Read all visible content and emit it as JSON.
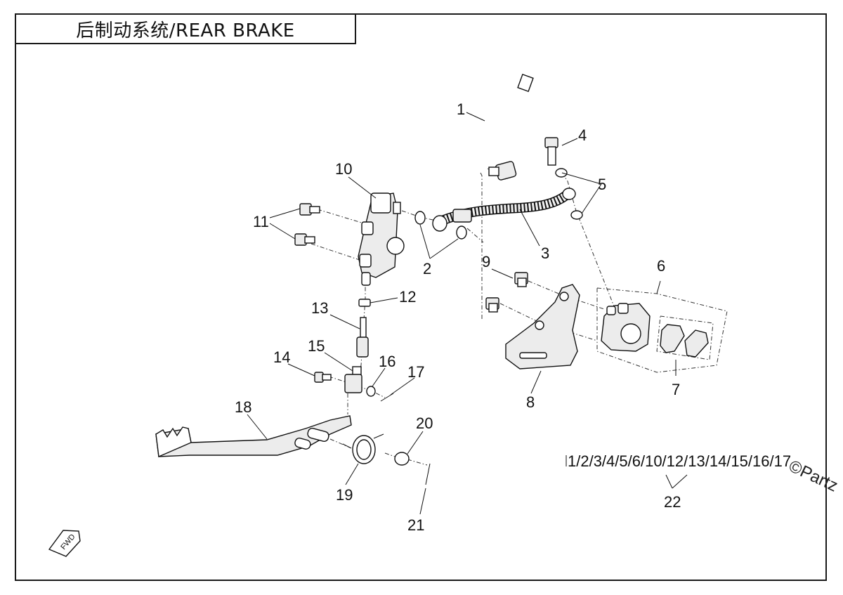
{
  "title": "后制动系统/REAR BRAKE",
  "callouts": {
    "c1": "1",
    "c2": "2",
    "c3": "3",
    "c4": "4",
    "c5": "5",
    "c6": "6",
    "c7": "7",
    "c8": "8",
    "c9": "9",
    "c10": "10",
    "c11": "11",
    "c12": "12",
    "c13": "13",
    "c14": "14",
    "c15": "15",
    "c16": "16",
    "c17": "17",
    "c18": "18",
    "c19": "19",
    "c20": "20",
    "c21": "21",
    "c22": "22"
  },
  "kit_list": "1/2/3/4/5/6/10/12/13/14/15/16/17",
  "watermark": "©Partz",
  "direction_marker": "FWD",
  "colors": {
    "line": "#111111",
    "fill": "#ececec",
    "frame": "#1a1a1a"
  },
  "icons": {
    "direction": "arrow-fwd-icon"
  }
}
